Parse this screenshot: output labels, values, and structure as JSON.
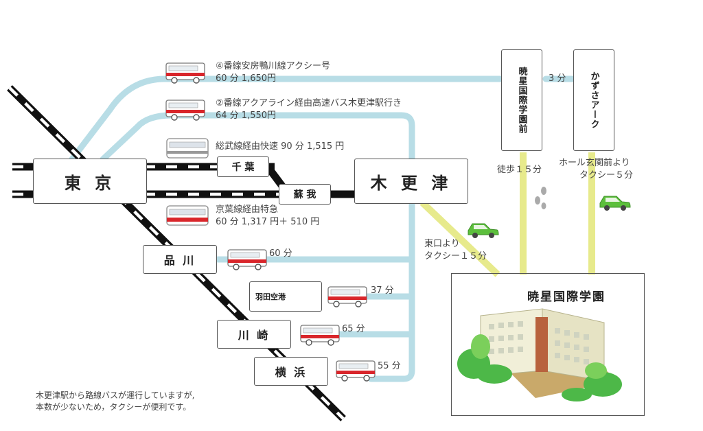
{
  "stations": {
    "tokyo": "東 京",
    "kisarazu": "木 更 津",
    "chiba": "千 葉",
    "soga": "蘇 我",
    "shinagawa": "品 川",
    "haneda": "羽田空港",
    "kawasaki": "川 崎",
    "yokohama": "横 浜"
  },
  "stops": {
    "gyosei_mae": "暁星国際学園前",
    "kazusa_ark": "かずさアーク"
  },
  "routes": {
    "bus4_line": "④番線安房鴨川線アクシー号",
    "bus4_info": "60 分 1,650円",
    "bus2_line": "②番線アクアライン経由高速バス木更津駅行き",
    "bus2_info": "64 分 1,550円",
    "sobu": "総武線経由快速 90 分 1,515 円",
    "keiyo_line": "京葉線経由特急",
    "keiyo_info": "60 分 1,317 円＋ 510 円",
    "shinagawa_time": "60 分",
    "haneda_time": "37 分",
    "kawasaki_time": "65 分",
    "yokohama_time": "55 分",
    "transfer_time": "3 分"
  },
  "access": {
    "walk": "徒歩１５分",
    "hall_taxi_1": "ホール玄関前より",
    "hall_taxi_2": "タクシー５分",
    "east_taxi_1": "東口より",
    "east_taxi_2": "タクシー１５分"
  },
  "school_name": "暁星国際学園",
  "note_line1": "木更津駅から路線バスが運行していますが,",
  "note_line2": "本数が少ないため，タクシーが便利です。",
  "colors": {
    "bus_route": "#b8dde6",
    "taxi_route": "#e7ea8c",
    "rail_black": "#111111",
    "bus_red": "#d9262b",
    "car_green": "#5cbf3c",
    "tree_green": "#4db848"
  },
  "icons": [
    "bus-icon",
    "train-icon",
    "airplane-icon",
    "car-icon",
    "footprints-icon",
    "building-icon"
  ]
}
